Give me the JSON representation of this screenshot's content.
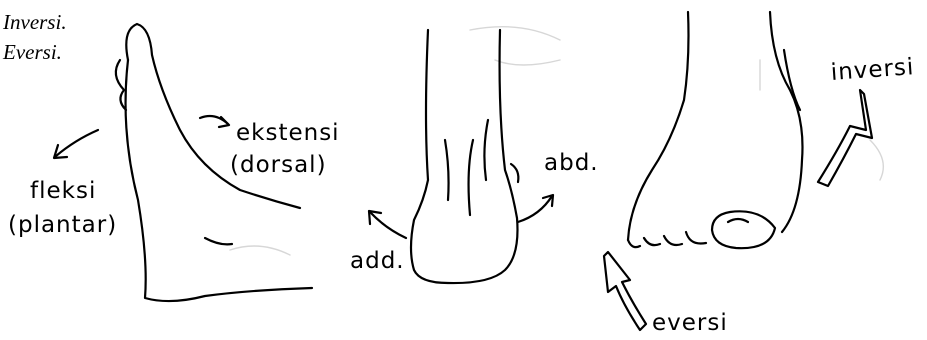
{
  "captions": {
    "inversi": "Inversi.",
    "eversi": "Eversi."
  },
  "labels": {
    "ekstensi": "ekstensi",
    "dorsal": "(dorsal)",
    "fleksi": "fleksi",
    "plantar": "(plantar)",
    "abd": "abd.",
    "add": "add.",
    "inversi": "inversi",
    "eversi": "eversi"
  }
}
